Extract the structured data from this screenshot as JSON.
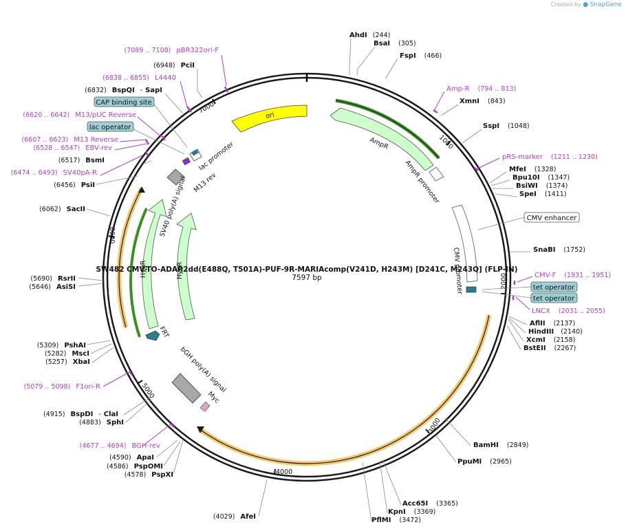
{
  "credit": {
    "text": "Created by",
    "brand": "SnapGene"
  },
  "map": {
    "name": "SW482 CMV-TO-ADAR2dd(E488Q, T501A)-PUF-9R-MARIAcomp(V241D, H243M) [D241C, M243Q] (FLP-IN)",
    "length_label": "7597 bp",
    "total_bp": 7597
  },
  "ticks": [
    "1000",
    "2000",
    "3000",
    "4000",
    "5000",
    "6000",
    "7000"
  ],
  "enzymes_right": [
    {
      "name": "AhdI",
      "pos": "(244)"
    },
    {
      "name": "BsaI",
      "pos": "(305)"
    },
    {
      "name": "FspI",
      "pos": "(466)"
    },
    {
      "name": "XmnI",
      "pos": "(843)"
    },
    {
      "name": "SspI",
      "pos": "(1048)"
    },
    {
      "name": "MfeI",
      "pos": "(1328)"
    },
    {
      "name": "Bpu10I",
      "pos": "(1347)"
    },
    {
      "name": "BsiWI",
      "pos": "(1374)"
    },
    {
      "name": "SpeI",
      "pos": "(1411)"
    },
    {
      "name": "SnaBI",
      "pos": "(1752)"
    },
    {
      "name": "AflII",
      "pos": "(2137)"
    },
    {
      "name": "HindIII",
      "pos": "(2140)"
    },
    {
      "name": "XcmI",
      "pos": "(2158)"
    },
    {
      "name": "BstEII",
      "pos": "(2267)"
    },
    {
      "name": "BamHI",
      "pos": "(2849)"
    },
    {
      "name": "PpuMI",
      "pos": "(2965)"
    },
    {
      "name": "Acc65I",
      "pos": "(3365)"
    },
    {
      "name": "KpnI",
      "pos": "(3369)"
    },
    {
      "name": "PflMI",
      "pos": "(3472)"
    }
  ],
  "enzymes_left": [
    {
      "name": "PciI",
      "pos": "(6948)"
    },
    {
      "name": "BspQI",
      "pos": "(6832)"
    },
    {
      "name": "SapI",
      "pos": "-"
    },
    {
      "name": "BsmI",
      "pos": "(6517)"
    },
    {
      "name": "PsiI",
      "pos": "(6456)"
    },
    {
      "name": "SacII",
      "pos": "(6062)"
    },
    {
      "name": "RsrII",
      "pos": "(5690)"
    },
    {
      "name": "AsiSI",
      "pos": "(5646)"
    },
    {
      "name": "PshAI",
      "pos": "(5309)"
    },
    {
      "name": "MscI",
      "pos": "(5282)"
    },
    {
      "name": "XbaI",
      "pos": "(5257)"
    },
    {
      "name": "BspDI",
      "pos": "(4915)"
    },
    {
      "name": "ClaI",
      "pos": "-"
    },
    {
      "name": "SphI",
      "pos": "(4883)"
    },
    {
      "name": "ApaI",
      "pos": "(4590)"
    },
    {
      "name": "PspOMI",
      "pos": "(4586)"
    },
    {
      "name": "PspXI",
      "pos": "(4578)"
    },
    {
      "name": "AfeI",
      "pos": "(4029)"
    }
  ],
  "primers": [
    {
      "name": "pBR322ori-F",
      "range": "(7089 .. 7108)"
    },
    {
      "name": "L4440",
      "range": "(6838 .. 6855)"
    },
    {
      "name": "M13/pUC Reverse",
      "range": "(6620 .. 6642)"
    },
    {
      "name": "M13 Reverse",
      "range": "(6607 .. 6623)"
    },
    {
      "name": "EBV-rev",
      "range": "(6528 .. 6547)"
    },
    {
      "name": "SV40pA-R",
      "range": "(6474 .. 6493)"
    },
    {
      "name": "F1ori-R",
      "range": "(5079 .. 5098)"
    },
    {
      "name": "BGH-rev",
      "range": "(4677 .. 4694)"
    },
    {
      "name": "Amp-R",
      "range": "(794 .. 813)"
    },
    {
      "name": "pRS-marker",
      "range": "(1211 .. 1230)"
    },
    {
      "name": "CMV-F",
      "range": "(1931 .. 1951)"
    },
    {
      "name": "LNCX",
      "range": "(2031 .. 2055)"
    }
  ],
  "boxed": [
    {
      "name": "CAP binding site"
    },
    {
      "name": "lac operator"
    },
    {
      "name": "CMV enhancer"
    },
    {
      "name": "tet operator"
    },
    {
      "name": "tet operator"
    }
  ],
  "features": [
    {
      "name": "ori"
    },
    {
      "name": "AmpR"
    },
    {
      "name": "AmpR promoter"
    },
    {
      "name": "lac promoter"
    },
    {
      "name": "M13 rev"
    },
    {
      "name": "SV40 poly(A) signal"
    },
    {
      "name": "HygR"
    },
    {
      "name": "HygR"
    },
    {
      "name": "FRT"
    },
    {
      "name": "CMV promoter"
    },
    {
      "name": "bGH poly(A) signal"
    },
    {
      "name": "Myc"
    }
  ],
  "colors": {
    "backbone": "#1a1a1a",
    "primer": "#b23cc8",
    "ori": "#ffff00",
    "resistance": "#ccffcc",
    "orf_highlight": "#f6c76b",
    "operator_box": "#9fcfd6",
    "polya": "#999999",
    "frt": "#2a7d8c",
    "myc": "#d6a8c4"
  }
}
